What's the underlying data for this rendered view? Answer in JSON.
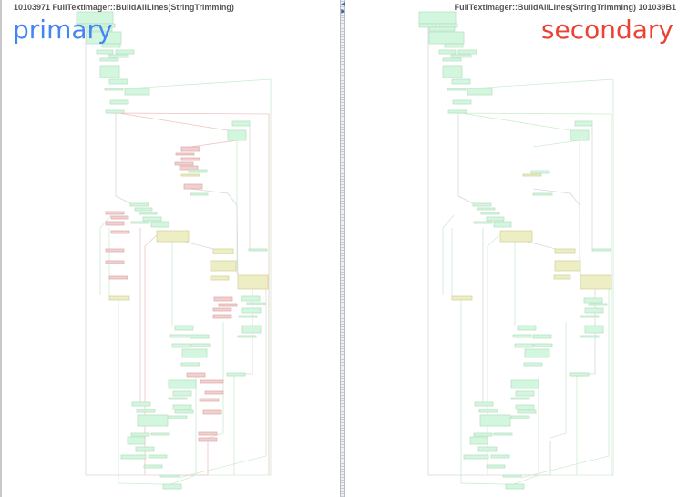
{
  "primary": {
    "title": "10103971 FullTextImager::BuildAllLines(StringTrimming)",
    "label": "primary"
  },
  "secondary": {
    "title": "FullTextImager::BuildAllLines(StringTrimming) 101039B1",
    "label": "secondary"
  },
  "splitter": {
    "collapse_left_icon": "triangle-left",
    "collapse_right_icon": "triangle-right"
  },
  "colors": {
    "matched": "#d3f7de",
    "unmatched": "#f3d0d0",
    "changed": "#eeeec4",
    "primary_label": "#4285f4",
    "secondary_label": "#ea4335"
  }
}
